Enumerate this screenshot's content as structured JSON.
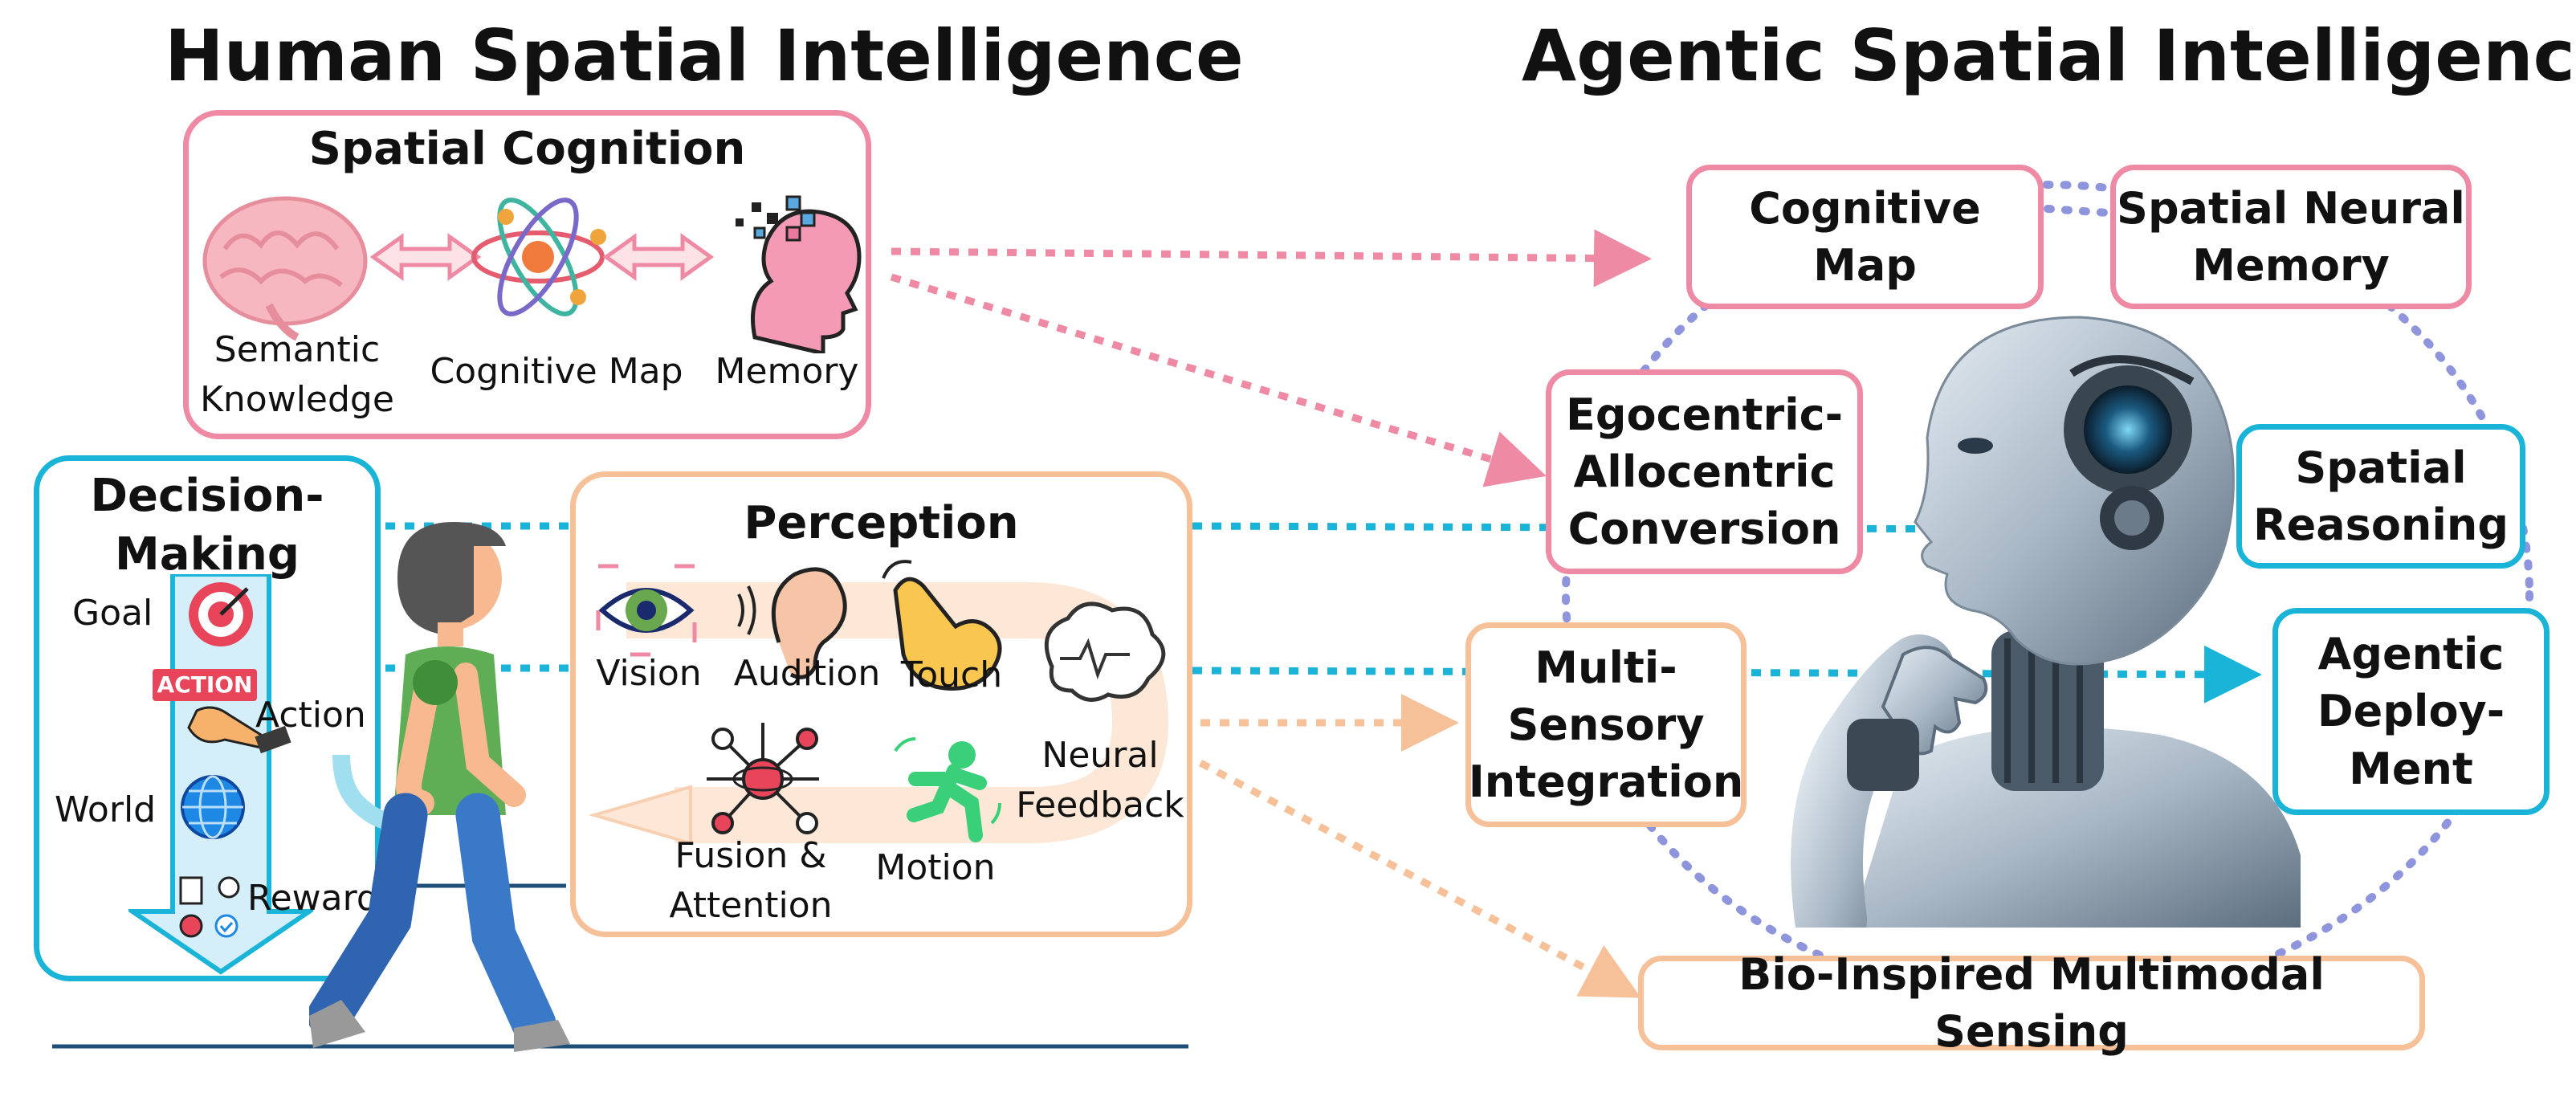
{
  "titles": {
    "left": "Human Spatial Intelligence",
    "right": "Agentic Spatial Intelligence"
  },
  "cognition": {
    "title": "Spatial Cognition",
    "semantic": "Semantic\nKnowledge",
    "map": "Cognitive Map",
    "memory": "Memory"
  },
  "decision": {
    "title": "Decision-\nMaking",
    "goal": "Goal",
    "action": "Action",
    "action_badge": "ACTION",
    "world": "World",
    "reward": "Reward"
  },
  "perception": {
    "title": "Perception",
    "vision": "Vision",
    "audition": "Audition",
    "touch": "Touch",
    "neural": "Neural\nFeedback",
    "fusion": "Fusion &\nAttention",
    "motion": "Motion"
  },
  "agentic": {
    "cognitive_map": "Cognitive Map",
    "neural_memory": "Spatial Neural\nMemory",
    "ego_allo": "Egocentric-\nAllocentric\nConversion",
    "reasoning": "Spatial\nReasoning",
    "multisensory": "Multi-\nSensory\nIntegration",
    "deployment": "Agentic\nDeploy-\nMent",
    "bio": "Bio-Inspired Multimodal Sensing"
  },
  "colors": {
    "pink": "#ee8aa3",
    "cyan": "#1ab4d8",
    "peach": "#f6c199",
    "lavender": "#8f95dc"
  }
}
